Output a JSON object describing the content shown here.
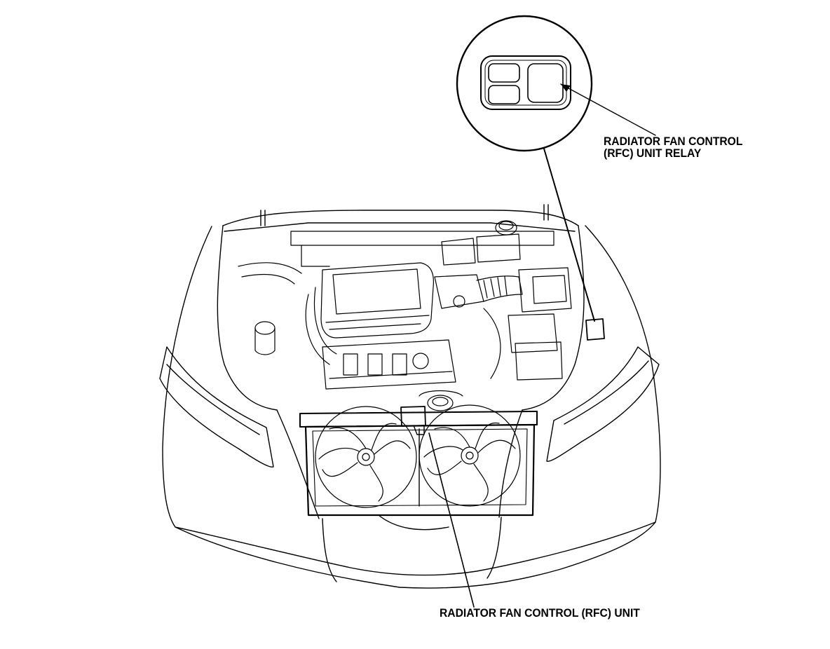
{
  "callouts": {
    "relay": {
      "line1": "RADIATOR FAN CONTROL",
      "line2": "(RFC) UNIT RELAY"
    },
    "unit": {
      "text": "RADIATOR FAN CONTROL (RFC) UNIT"
    }
  },
  "colors": {
    "ink": "#000000",
    "paper": "#ffffff"
  }
}
